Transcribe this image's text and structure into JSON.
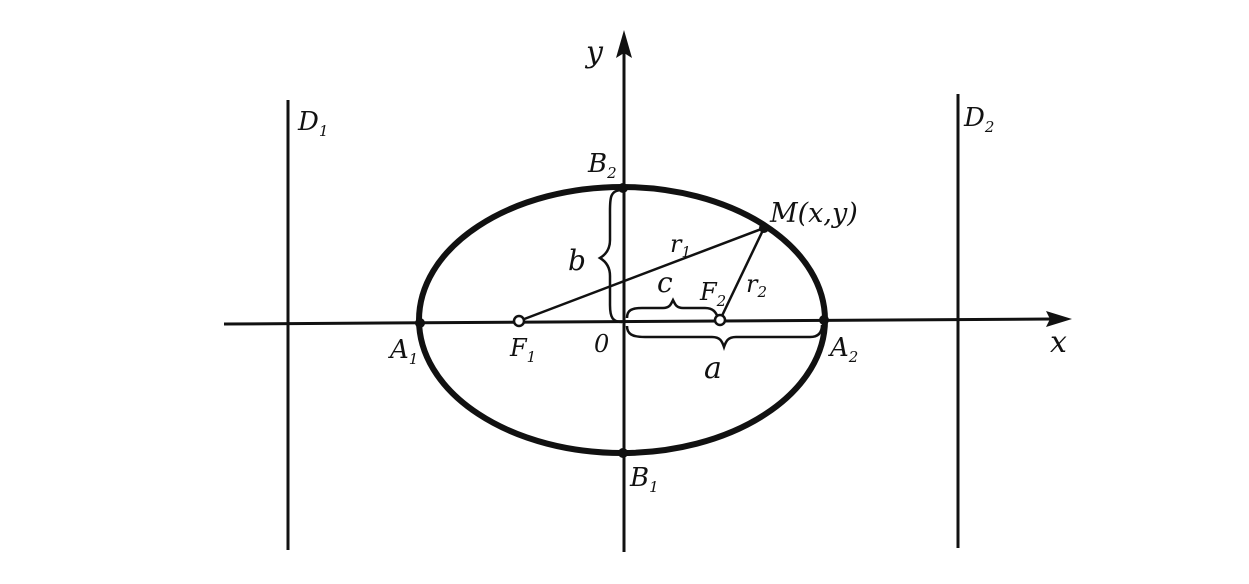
{
  "diagram": {
    "axes": {
      "x_label": "x",
      "y_label": "y",
      "origin_label": "0"
    },
    "directrices": {
      "d1": {
        "letter": "D",
        "sub": "1"
      },
      "d2": {
        "letter": "D",
        "sub": "2"
      }
    },
    "vertices": {
      "a1": {
        "letter": "A",
        "sub": "1"
      },
      "a2": {
        "letter": "A",
        "sub": "2"
      },
      "b1": {
        "letter": "B",
        "sub": "1"
      },
      "b2": {
        "letter": "B",
        "sub": "2"
      }
    },
    "foci": {
      "f1": {
        "letter": "F",
        "sub": "1"
      },
      "f2": {
        "letter": "F",
        "sub": "2"
      }
    },
    "point": {
      "label": "M(x,y)"
    },
    "radii": {
      "r1": {
        "letter": "r",
        "sub": "1"
      },
      "r2": {
        "letter": "r",
        "sub": "2"
      }
    },
    "segments": {
      "a": "a",
      "b": "b",
      "c": "c"
    },
    "colors": {
      "ink": "#111111",
      "background": "#ffffff"
    }
  }
}
